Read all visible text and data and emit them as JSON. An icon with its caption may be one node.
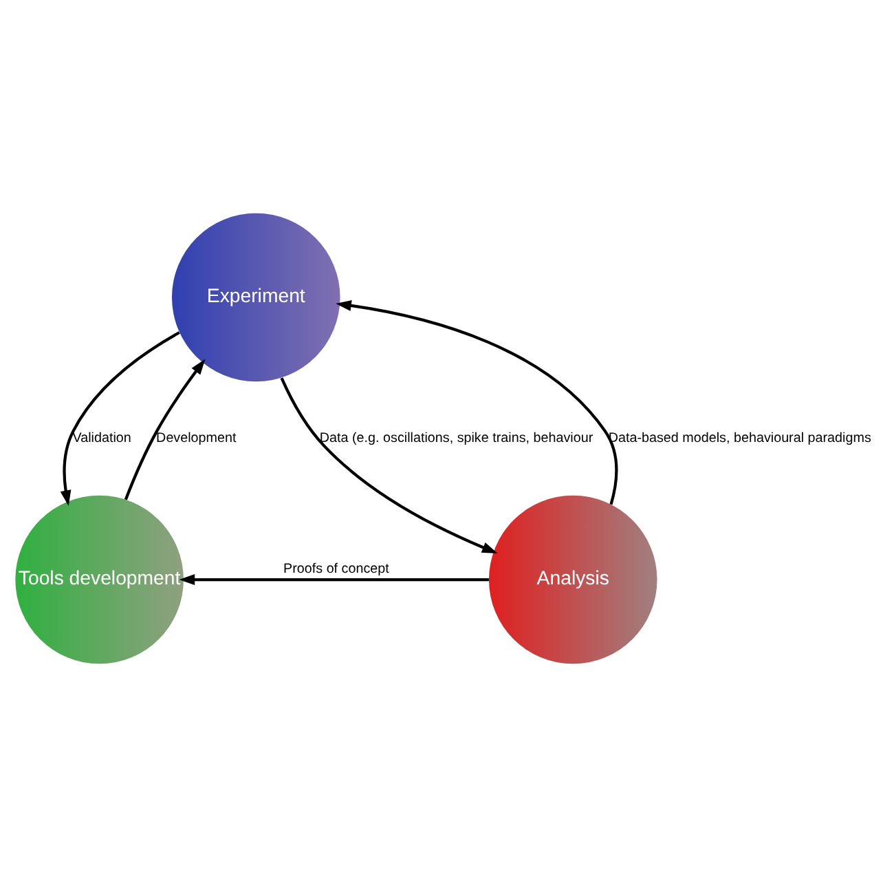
{
  "diagram": {
    "nodes": [
      {
        "text": [
          "Experiment"
        ]
      },
      {
        "text": [
          "Tools development"
        ]
      },
      {
        "text": [
          "Analysis"
        ]
      }
    ],
    "edges": [
      {
        "from": 1,
        "to": 0,
        "arrow": "to",
        "label": "Development"
      },
      {
        "from": 0,
        "to": 1,
        "arrow": "to",
        "label": "Validation"
      },
      {
        "from": 0,
        "to": 2,
        "arrow": "to",
        "label": "Data (e.g. oscillations, spike trains, behaviour"
      },
      {
        "from": 2,
        "to": 0,
        "arrow": "to",
        "label": "Data-based models, behavioural paradigms"
      },
      {
        "from": 2,
        "to": 1,
        "arrow": "to",
        "label": "Proofs of concept"
      }
    ]
  }
}
